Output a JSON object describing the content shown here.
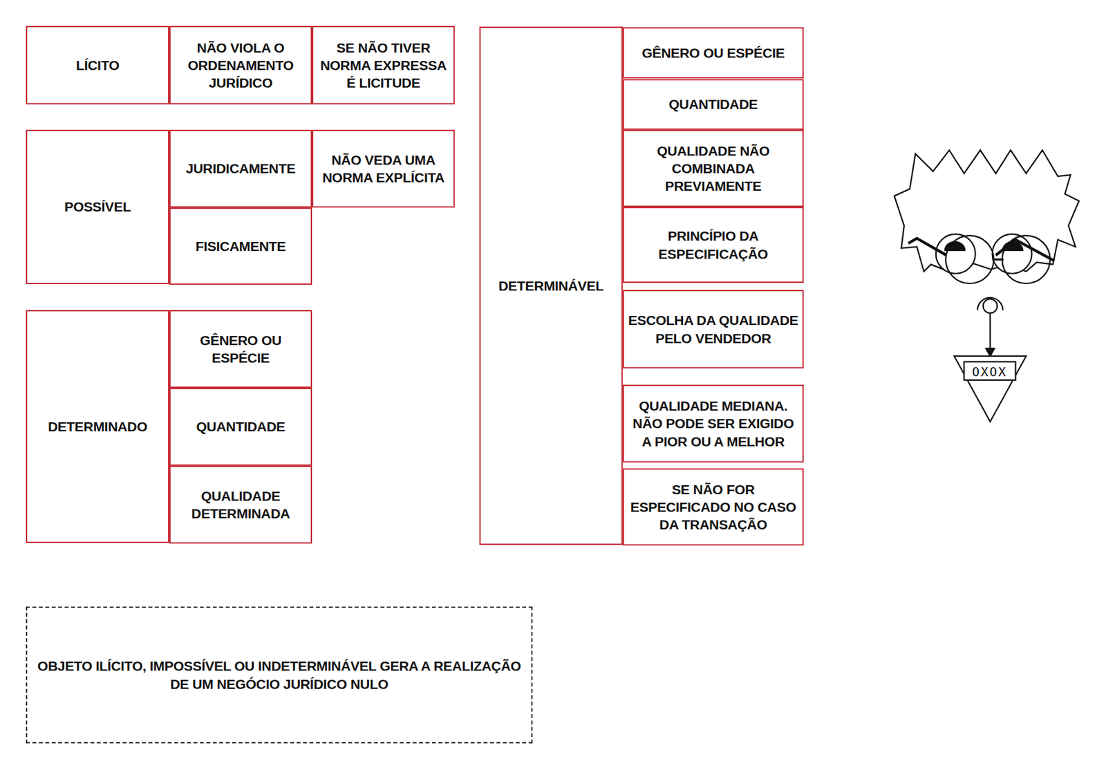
{
  "diagram": {
    "nodes": [
      {
        "text": [
          "LÍCITO"
        ]
      },
      {
        "text": [
          "NÃO VIOLA O ORDENAMENTO JURÍDICO"
        ]
      },
      {
        "text": [
          "SE NÃO TIVER NORMA EXPRESSA É LICITUDE"
        ]
      },
      {
        "text": [
          "POSSÍVEL"
        ]
      },
      {
        "text": [
          "JURIDICAMENTE"
        ]
      },
      {
        "text": [
          "NÃO VEDA UMA NORMA EXPLÍCITA"
        ]
      },
      {
        "text": [
          "FISICAMENTE"
        ]
      },
      {
        "text": [
          "DETERMINADO"
        ]
      },
      {
        "text": [
          "GÊNERO OU ESPÉCIE"
        ]
      },
      {
        "text": [
          "QUANTIDADE"
        ]
      },
      {
        "text": [
          "QUALIDADE DETERMINADA"
        ]
      },
      {
        "text": [
          "DETERMINÁVEL"
        ]
      },
      {
        "text": [
          "GÊNERO OU ESPÉCIE"
        ]
      },
      {
        "text": [
          "QUANTIDADE"
        ]
      },
      {
        "text": [
          "QUALIDADE NÃO COMBINADA PREVIAMENTE"
        ]
      },
      {
        "text": [
          "PRINCÍPIO DA ESPECIFICAÇÃO"
        ]
      },
      {
        "text": [
          "ESCOLHA DA QUALIDADE PELO VENDEDOR"
        ]
      },
      {
        "text": [
          "QUALIDADE MEDIANA. NÃO PODE SER EXIGIDO A PIOR OU A MELHOR"
        ]
      },
      {
        "text": [
          "SE NÃO FOR ESPECIFICADO NO CASO DA TRANSAÇÃO"
        ]
      },
      {
        "text": [
          "OBJETO ILÍCITO, IMPOSSÍVEL OU INDETERMINÁVEL GERA A REALIZAÇÃO DE UM NEGÓCIO JURÍDICO NULO"
        ]
      }
    ],
    "labels": [
      "OXOX"
    ]
  }
}
